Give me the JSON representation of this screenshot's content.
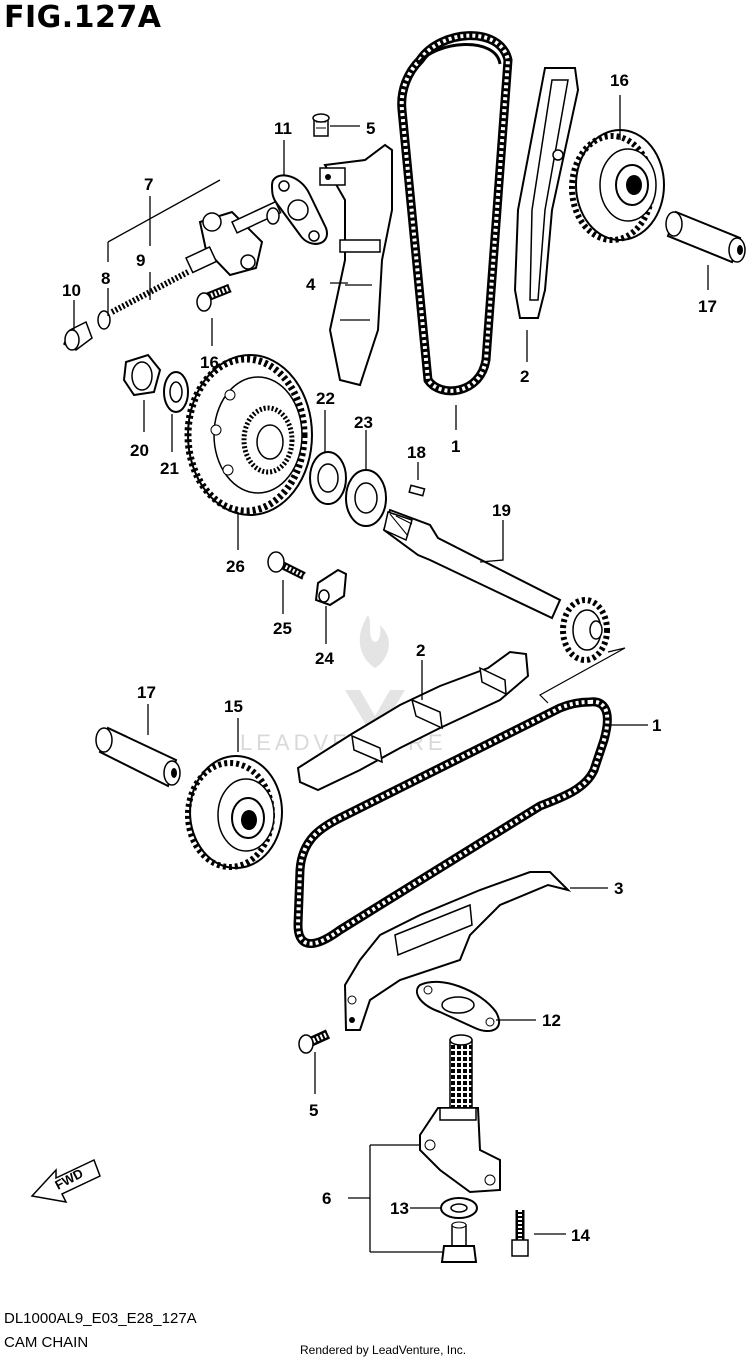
{
  "figure": {
    "title": "FIG.127A",
    "diagram_code": "DL1000AL9_E03_E28_127A",
    "name": "CAM CHAIN",
    "render_credit": "Rendered by LeadVenture, Inc.",
    "watermark": "LEADVENTURE",
    "fwd_label": "FWD"
  },
  "callouts": [
    {
      "id": "c1a",
      "text": "1"
    },
    {
      "id": "c1b",
      "text": "1"
    },
    {
      "id": "c2a",
      "text": "2"
    },
    {
      "id": "c2b",
      "text": "2"
    },
    {
      "id": "c3",
      "text": "3"
    },
    {
      "id": "c4",
      "text": "4"
    },
    {
      "id": "c5a",
      "text": "5"
    },
    {
      "id": "c5b",
      "text": "5"
    },
    {
      "id": "c6",
      "text": "6"
    },
    {
      "id": "c7",
      "text": "7"
    },
    {
      "id": "c8",
      "text": "8"
    },
    {
      "id": "c9",
      "text": "9"
    },
    {
      "id": "c10",
      "text": "10"
    },
    {
      "id": "c11",
      "text": "11"
    },
    {
      "id": "c12",
      "text": "12"
    },
    {
      "id": "c13",
      "text": "13"
    },
    {
      "id": "c14",
      "text": "14"
    },
    {
      "id": "c15",
      "text": "15"
    },
    {
      "id": "c16a",
      "text": "16"
    },
    {
      "id": "c16b",
      "text": "16"
    },
    {
      "id": "c17a",
      "text": "17"
    },
    {
      "id": "c17b",
      "text": "17"
    },
    {
      "id": "c18",
      "text": "18"
    },
    {
      "id": "c19",
      "text": "19"
    },
    {
      "id": "c20",
      "text": "20"
    },
    {
      "id": "c21",
      "text": "21"
    },
    {
      "id": "c22",
      "text": "22"
    },
    {
      "id": "c23",
      "text": "23"
    },
    {
      "id": "c24",
      "text": "24"
    },
    {
      "id": "c25",
      "text": "25"
    },
    {
      "id": "c26",
      "text": "26"
    }
  ],
  "colors": {
    "line": "#000000",
    "paper": "#ffffff",
    "watermark": "#d9d9d9"
  }
}
